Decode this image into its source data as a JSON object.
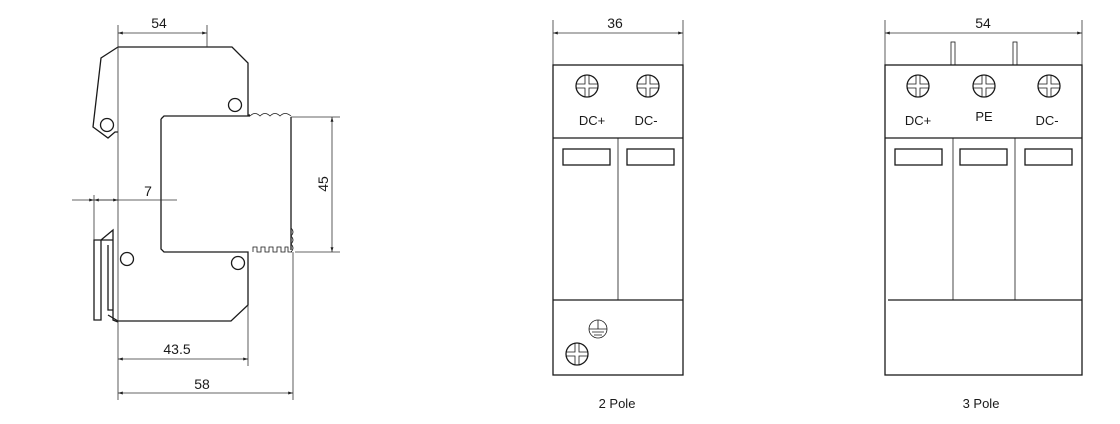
{
  "side_view": {
    "dim_top_width": "54",
    "dim_rail_offset": "7",
    "dim_height": "45",
    "dim_mid_depth": "43.5",
    "dim_total_depth": "58"
  },
  "front_2pole": {
    "dim_width": "36",
    "terminal_labels": [
      "DC+",
      "DC-"
    ],
    "caption": "2 Pole"
  },
  "front_3pole": {
    "dim_width": "54",
    "terminal_labels": [
      "DC+",
      "PE",
      "DC-"
    ],
    "caption": "3 Pole"
  },
  "colors": {
    "line": "#1a1a1a",
    "background": "#ffffff"
  }
}
